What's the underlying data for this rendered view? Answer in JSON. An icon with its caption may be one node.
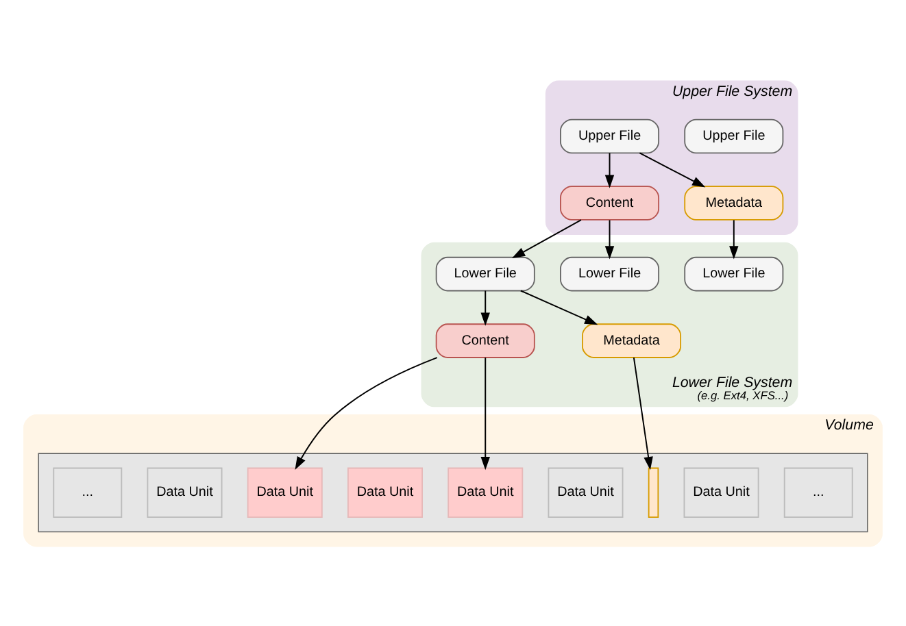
{
  "diagram": {
    "nodes": [
      {
        "text": [
          "Upper File System"
        ]
      },
      {
        "text": [
          "Upper File"
        ],
        "in": 0
      },
      {
        "text": [
          "Upper File"
        ],
        "in": 0
      },
      {
        "text": [
          "Content"
        ],
        "in": 0
      },
      {
        "text": [
          "Metadata"
        ],
        "in": 0
      },
      {
        "text": [
          "Lower File System",
          "(e.g. Ext4, XFS...)"
        ]
      },
      {
        "text": [
          "Lower File"
        ],
        "in": 5
      },
      {
        "text": [
          "Lower File"
        ],
        "in": 5
      },
      {
        "text": [
          "Lower File"
        ],
        "in": 5
      },
      {
        "text": [
          "Content"
        ],
        "in": 5
      },
      {
        "text": [
          "Metadata"
        ],
        "in": 5
      },
      {
        "text": [
          "Volume"
        ]
      },
      {
        "text": [],
        "shape": "box",
        "in": 11
      },
      {
        "text": [
          "..."
        ],
        "in": 12
      },
      {
        "text": [
          "Data Unit"
        ],
        "in": 12
      },
      {
        "text": [
          "Data Unit"
        ],
        "in": 12
      },
      {
        "text": [
          "Data Unit"
        ],
        "in": 12
      },
      {
        "text": [
          "Data Unit"
        ],
        "in": 12
      },
      {
        "text": [
          "Data Unit"
        ],
        "in": 12
      },
      {
        "text": [],
        "shape": "bar",
        "in": 12
      },
      {
        "text": [
          "Data Unit"
        ],
        "in": 12
      },
      {
        "text": [
          "..."
        ],
        "in": 12
      }
    ],
    "edges": [
      {
        "from": 1,
        "to": 3,
        "arrow": "to"
      },
      {
        "from": 1,
        "to": 4,
        "arrow": "to"
      },
      {
        "from": 3,
        "to": 6,
        "arrow": "to"
      },
      {
        "from": 3,
        "to": 7,
        "arrow": "to"
      },
      {
        "from": 4,
        "to": 8,
        "arrow": "to"
      },
      {
        "from": 6,
        "to": 9,
        "arrow": "to"
      },
      {
        "from": 6,
        "to": 10,
        "arrow": "to"
      },
      {
        "from": 9,
        "to": 15,
        "arrow": "to"
      },
      {
        "from": 9,
        "to": 17,
        "arrow": "to"
      },
      {
        "from": 10,
        "to": 19,
        "arrow": "to"
      }
    ]
  }
}
